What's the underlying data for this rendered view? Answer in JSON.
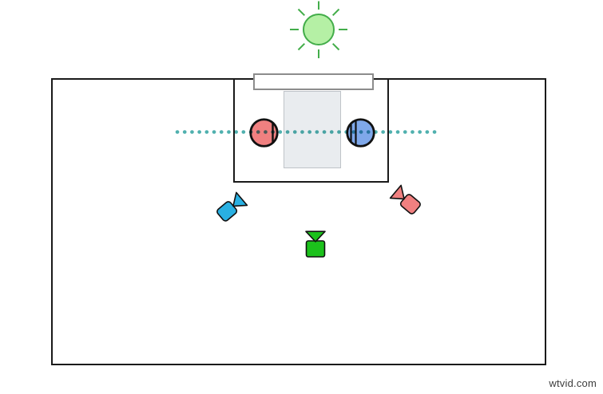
{
  "watermark": {
    "text": "wtvid.com"
  },
  "colors": {
    "outline": "#1a1a1a",
    "sun_fill": "#b5f0a5",
    "sun_stroke": "#43ad4a",
    "eyeline_dots": "#4fb0ae",
    "subject_left_fill": "#f08080",
    "subject_right_fill": "#7fa8ea",
    "camera_left_fill": "#29b0e2",
    "camera_right_fill": "#f08080",
    "camera_center_fill": "#1cc11c",
    "table_fill": "#e9ecef",
    "window_fill": "#ffffff",
    "watermark_color": "#3d3d3d"
  },
  "elements": {
    "light": "sun-light",
    "room": "room-outline",
    "booth": "interview-booth",
    "window_bar": "window-bar",
    "table": "table",
    "subject_left": "subject-red",
    "subject_right": "subject-blue",
    "eyeline": "eyeline-dotted",
    "camera_left": "camera-blue",
    "camera_right": "camera-red",
    "camera_center": "camera-green"
  }
}
